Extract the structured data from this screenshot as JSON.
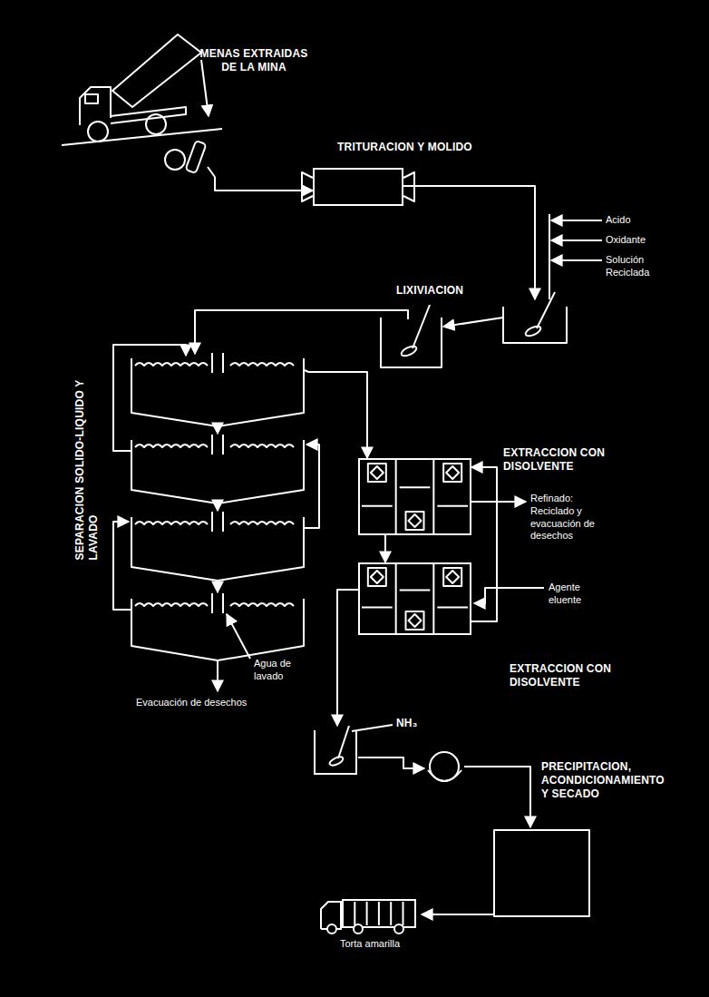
{
  "diagram": {
    "nodes": [
      {
        "text": [
          "MENAS EXTRAIDAS DE LA MINA"
        ]
      },
      {
        "text": [
          "TRITURACION Y MOLIDO"
        ]
      },
      {
        "text": [
          "LIXIVIACION"
        ]
      },
      {
        "text": [
          "SEPARACION SOLIDO-LIQUIDO Y LAVADO"
        ]
      },
      {
        "text": [
          "EXTRACCION CON DISOLVENTE"
        ]
      },
      {
        "text": [
          "EXTRACCION CON DISOLVENTE"
        ]
      },
      {
        "text": [
          "NH₃"
        ]
      },
      {
        "text": [
          "PRECIPITACION, ACONDICIONAMIENTO Y SECADO"
        ]
      },
      {
        "text": [
          "Torta amarilla"
        ]
      }
    ],
    "edges": [
      {
        "from": 0,
        "to": 1,
        "arrow": "to"
      },
      {
        "from": 1,
        "to": 2,
        "arrow": "to"
      },
      {
        "from": 2,
        "to": 3,
        "arrow": "to"
      },
      {
        "from": 3,
        "to": 4,
        "arrow": "to"
      },
      {
        "from": 4,
        "to": 5,
        "arrow": "to"
      },
      {
        "from": 5,
        "to": 4,
        "arrow": "to"
      },
      {
        "from": 5,
        "to": 6,
        "arrow": "to"
      },
      {
        "from": 6,
        "to": 7,
        "arrow": "to"
      }
    ],
    "labels": [
      "Acido",
      "Oxidante",
      "Solución Reciclada",
      "Agua de lavado",
      "Evacuación de desechos",
      "Refinado: Reciclado y evacuación de desechos",
      "Agente eluente"
    ]
  }
}
